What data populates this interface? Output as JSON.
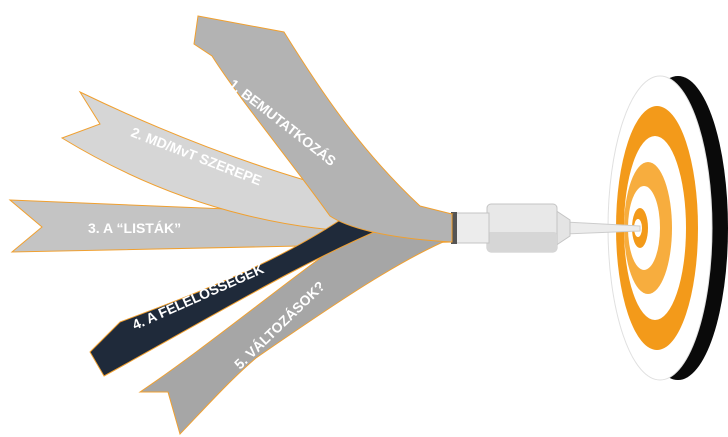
{
  "items": [
    {
      "label": "1. BEMUTATKOZÁS",
      "color": "#b3b3b3"
    },
    {
      "label": "2. MD/MvT SZEREPE",
      "color": "#d6d6d6"
    },
    {
      "label": "3. A “LISTÁK”",
      "color": "#c4c4c4"
    },
    {
      "label": "4. A FELELŐSSÉGEK",
      "color": "#1f2a3a"
    },
    {
      "label": "5. VÁLTOZÁSOK?",
      "color": "#a6a6a6"
    }
  ],
  "colors": {
    "outline": "#f0a030",
    "target_orange": "#f39a1a",
    "target_light_orange": "#f7ad3e",
    "target_black": "#0a0a0a"
  }
}
